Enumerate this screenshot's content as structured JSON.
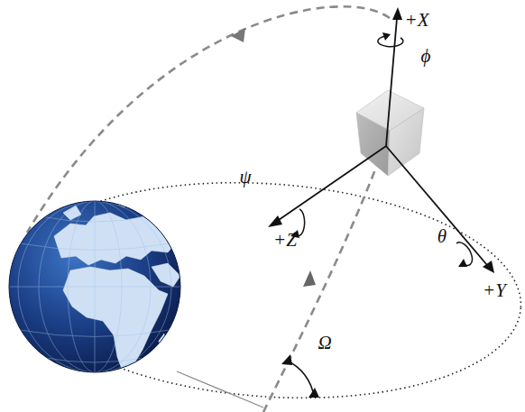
{
  "diagram": {
    "labels": [
      "+X",
      "ϕ",
      "ψ",
      "+Z",
      "θ",
      "+Y",
      "Ω"
    ]
  }
}
